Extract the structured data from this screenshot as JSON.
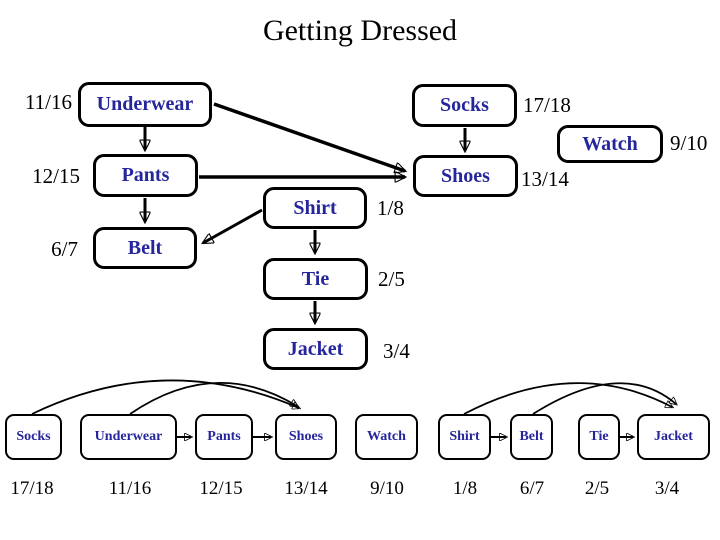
{
  "title": "Getting Dressed",
  "colors": {
    "node_text": "#26269C",
    "node_border": "#000000",
    "line": "#000000",
    "background": "#FFFFFF"
  },
  "graph": {
    "nodes": [
      {
        "id": "underwear",
        "label": "Underwear",
        "time": "11/16",
        "time_side": "left"
      },
      {
        "id": "socks",
        "label": "Socks",
        "time": "17/18",
        "time_side": "right"
      },
      {
        "id": "watch",
        "label": "Watch",
        "time": "9/10",
        "time_side": "right"
      },
      {
        "id": "pants",
        "label": "Pants",
        "time": "12/15",
        "time_side": "left"
      },
      {
        "id": "shoes",
        "label": "Shoes",
        "time": "13/14",
        "time_side": "right"
      },
      {
        "id": "shirt",
        "label": "Shirt",
        "time": "1/8",
        "time_side": "right"
      },
      {
        "id": "belt",
        "label": "Belt",
        "time": "6/7",
        "time_side": "left"
      },
      {
        "id": "tie",
        "label": "Tie",
        "time": "2/5",
        "time_side": "right"
      },
      {
        "id": "jacket",
        "label": "Jacket",
        "time": "3/4",
        "time_side": "right"
      }
    ],
    "edges": [
      {
        "from": "underwear",
        "to": "pants"
      },
      {
        "from": "underwear",
        "to": "shoes"
      },
      {
        "from": "pants",
        "to": "shoes"
      },
      {
        "from": "pants",
        "to": "belt"
      },
      {
        "from": "socks",
        "to": "shoes"
      },
      {
        "from": "shirt",
        "to": "belt"
      },
      {
        "from": "shirt",
        "to": "tie"
      },
      {
        "from": "tie",
        "to": "jacket"
      }
    ]
  },
  "sorted_row": {
    "items": [
      {
        "label": "Socks",
        "time": "17/18"
      },
      {
        "label": "Underwear",
        "time": "11/16"
      },
      {
        "label": "Pants",
        "time": "12/15"
      },
      {
        "label": "Shoes",
        "time": "13/14"
      },
      {
        "label": "Watch",
        "time": "9/10"
      },
      {
        "label": "Shirt",
        "time": "1/8"
      },
      {
        "label": "Belt",
        "time": "6/7"
      },
      {
        "label": "Tie",
        "time": "2/5"
      },
      {
        "label": "Jacket",
        "time": "3/4"
      }
    ],
    "adjacent_arrows": [
      {
        "from": "Underwear",
        "to": "Pants"
      },
      {
        "from": "Pants",
        "to": "Shoes"
      },
      {
        "from": "Shirt",
        "to": "Belt"
      },
      {
        "from": "Tie",
        "to": "Jacket"
      }
    ],
    "arcs": [
      {
        "from": "Socks",
        "to": "Shoes"
      },
      {
        "from": "Underwear",
        "to": "Shoes"
      },
      {
        "from": "Shirt",
        "to": "Jacket"
      },
      {
        "from": "Belt",
        "to": "Jacket"
      }
    ]
  }
}
